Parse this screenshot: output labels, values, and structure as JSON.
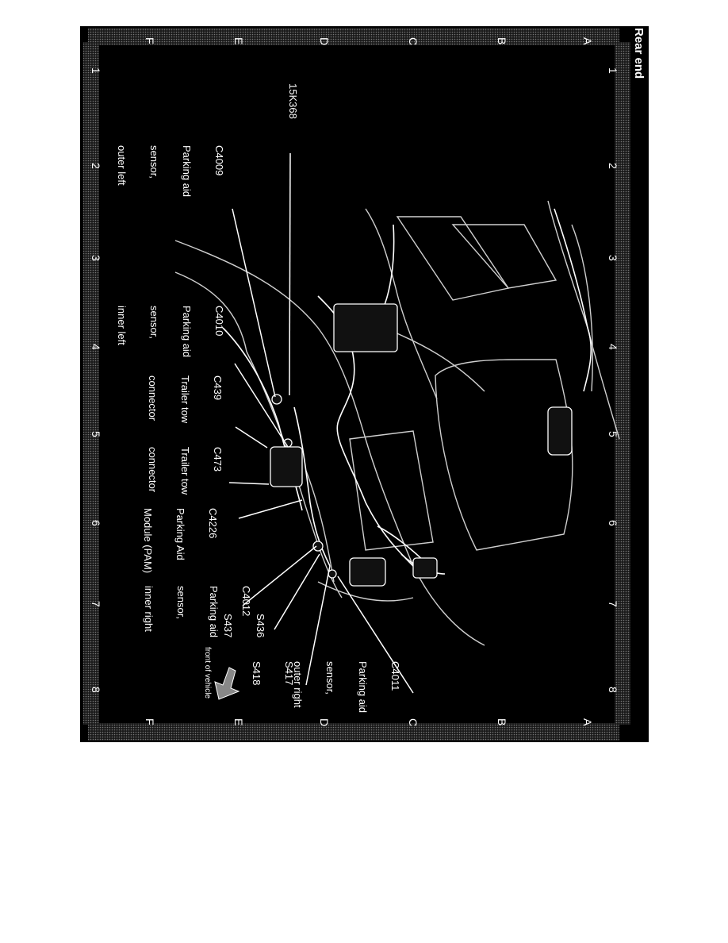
{
  "title": "Rear end",
  "grid": {
    "cols": [
      "1",
      "2",
      "3",
      "4",
      "5",
      "6",
      "7",
      "8"
    ],
    "rows": [
      "A",
      "B",
      "C",
      "D",
      "E",
      "F"
    ]
  },
  "labels": {
    "ref_15k368": "15K368",
    "c4009": [
      "C4009",
      "Parking aid",
      "sensor,",
      "outer left"
    ],
    "c4010": [
      "C4010",
      "Parking aid",
      "sensor,",
      "inner left"
    ],
    "c439": [
      "C439",
      "Trailer tow",
      "connector"
    ],
    "c473": [
      "C473",
      "Trailer tow",
      "connector"
    ],
    "c4226": [
      "C4226",
      "Parking Aid",
      "Module (PAM)"
    ],
    "c4012": [
      "C4012",
      "Parking aid",
      "sensor,",
      "inner right"
    ],
    "s436": [
      "S436",
      "S437"
    ],
    "s417": [
      "S417",
      "S418"
    ],
    "c4011": [
      "C4011",
      "Parking aid",
      "sensor,",
      "outer right"
    ],
    "front": "front of vehicle"
  }
}
